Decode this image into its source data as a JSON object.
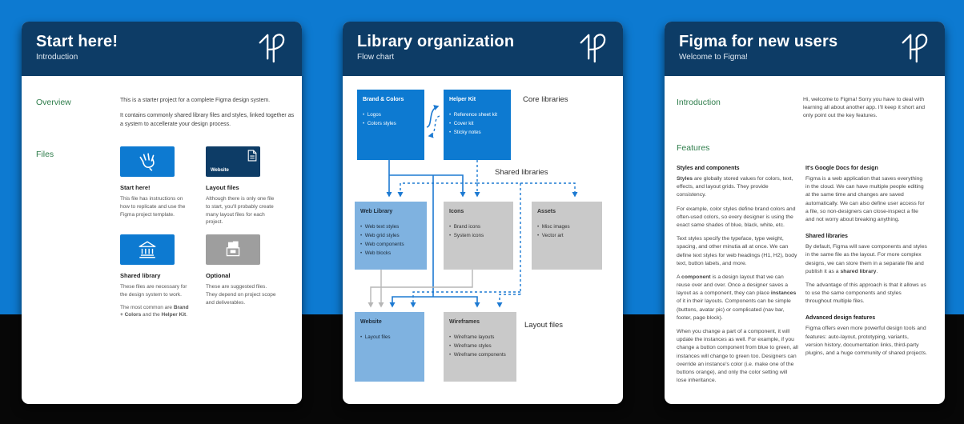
{
  "colors": {
    "canvas_top": "#0d7ad1",
    "canvas_bottom": "#070707",
    "header_navy": "#0d3c66",
    "accent_blue": "#0d7ad1",
    "light_blue_box": "#7fb2e0",
    "gray_box": "#c9c9c9",
    "section_green": "#2e7d4b"
  },
  "pages": [
    {
      "header": {
        "title": "Start here!",
        "subtitle": "Introduction"
      },
      "overview": {
        "label": "Overview",
        "paragraphs": [
          "This is a starter project for a complete Figma design system.",
          "It contains commonly shared library files and styles, linked together as a system to accellerate your design process."
        ]
      },
      "files": {
        "label": "Files",
        "items": [
          {
            "title": "Start here!",
            "icon": "waving-hand-icon",
            "desc": "This file has instructions on how to replicate and use the Figma project template."
          },
          {
            "title": "Layout files",
            "icon": "page-icon",
            "thumb_label": "Website",
            "desc": "Although there is only one file to start, you'll probably create many layout files for each project."
          },
          {
            "title": "Shared library",
            "icon": "bank-icon",
            "desc": "These files are necessary for the design system to work.",
            "desc2": "The most common are **Brand + Colors** and the **Helper Kit**."
          },
          {
            "title": "Optional",
            "icon": "archive-box-icon",
            "desc": "These are suggested files. They depend on project scope and deliverables."
          }
        ]
      }
    },
    {
      "header": {
        "title": "Library organization",
        "subtitle": "Flow chart"
      },
      "flowchart": {
        "group_labels": {
          "core": "Core libraries",
          "shared": "Shared libraries",
          "layout": "Layout files"
        },
        "boxes": {
          "brand": {
            "title": "Brand & Colors",
            "bullets": [
              "Logos",
              "Colors styles"
            ]
          },
          "helper": {
            "title": "Helper Kit",
            "bullets": [
              "Reference sheet kit",
              "Cover kit",
              "Sticky notes"
            ]
          },
          "weblib": {
            "title": "Web Library",
            "bullets": [
              "Web text styles",
              "Web grid styles",
              "Web components",
              "Web blocks"
            ]
          },
          "icons": {
            "title": "Icons",
            "bullets": [
              "Brand icons",
              "System icons"
            ]
          },
          "assets": {
            "title": "Assets",
            "bullets": [
              "Misc images",
              "Vector art"
            ]
          },
          "website": {
            "title": "Website",
            "bullets": [
              "Layout files"
            ]
          },
          "wireframes": {
            "title": "Wireframes",
            "bullets": [
              "Wireframe layouts",
              "Wireframe styles",
              "Wireframe components"
            ]
          }
        }
      }
    },
    {
      "header": {
        "title": "Figma for new users",
        "subtitle": "Welcome to Figma!"
      },
      "introduction": {
        "label": "Introduction",
        "text": "Hi, welcome to Figma! Sorry you have to deal with learning all about another app. I'll keep it short and only point out the key features."
      },
      "features": {
        "label": "Features",
        "left": {
          "h1": "Styles and components",
          "p1": "**Styles** are globally stored values for colors, text, effects, and layout grids. They provide consistency.",
          "p2": "For example, color styles define brand colors and often-used colors, so every designer is using the exact same shades of blue, black, white, etc.",
          "p3": "Text styles specify the typeface, type weight, spacing, and other minutia all at once. We can define text styles for web headings (H1, H2), body text, button labels, and more.",
          "p4": "A **component** is a design layout that we can reuse over and over. Once a designer saves a layout as a component, they can place **instances** of it in their layouts. Components can be simple (buttons, avatar pic) or complicated (nav bar, footer, page block).",
          "p5": "When you change a part of a component, it will update the instances as well. For example, if you change a button component from blue to green, all instances will change to green too. Designers can override an instance's color (i.e. make one of the buttons orange), and only the color setting will lose inheritance."
        },
        "right": {
          "h1": "It's Google Docs for design",
          "p1": "Figma is a web application that saves everything in the cloud. We can have multiple people editing at the same time and changes are saved automatically. We can also define user access for a file, so non-designers can close-inspect a file and not worry about breaking anything.",
          "h2": "Shared libraries",
          "p2": "By default, Figma will save components and styles in the same file as the layout. For more complex designs, we can store them in a separate file and publish it as a **shared library**.",
          "p3": "The advantage of this approach is that it allows us to use the same components and styles throughout multiple files.",
          "h3": "Advanced design features",
          "p4": "Figma offers even more powerful design tools and features: auto-layout, prototyping, variants, version history, documentation links, third-party plugins, and a huge community of shared projects."
        }
      }
    }
  ]
}
